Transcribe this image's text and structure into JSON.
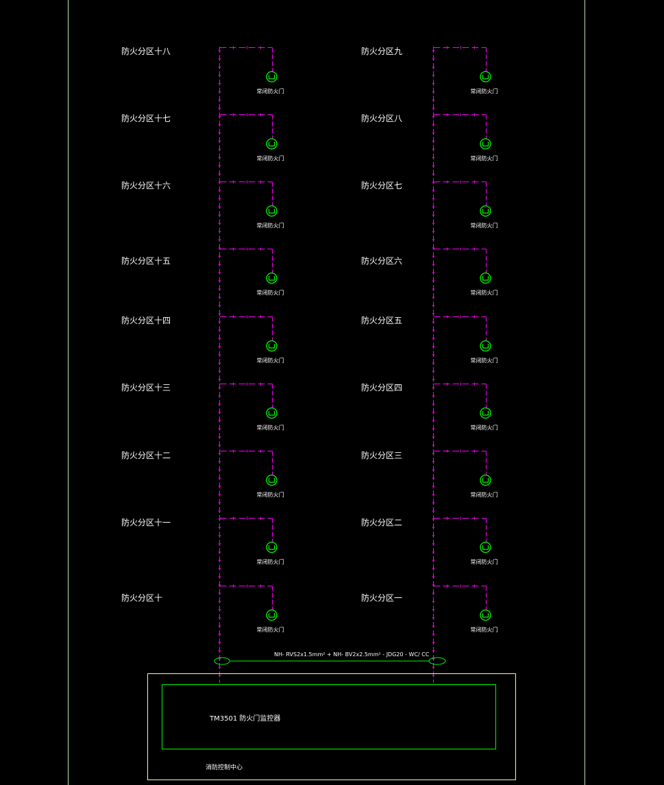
{
  "colors": {
    "background": "#000000",
    "border": "#b8e8b0",
    "wiring": "#ff00ff",
    "device": "#00ff00",
    "controller_outer": "#ffff99",
    "controller_inner": "#00ff00",
    "text": "#ffffff"
  },
  "left_column": {
    "zones": [
      {
        "label": "防火分区十八",
        "device_label": "常闭防火门"
      },
      {
        "label": "防火分区十七",
        "device_label": "常闭防火门"
      },
      {
        "label": "防火分区十六",
        "device_label": "常闭防火门"
      },
      {
        "label": "防火分区十五",
        "device_label": "常闭防火门"
      },
      {
        "label": "防火分区十四",
        "device_label": "常闭防火门"
      },
      {
        "label": "防火分区十三",
        "device_label": "常闭防火门"
      },
      {
        "label": "防火分区十二",
        "device_label": "常闭防火门"
      },
      {
        "label": "防火分区十一",
        "device_label": "常闭防火门"
      },
      {
        "label": "防火分区十",
        "device_label": "常闭防火门"
      }
    ]
  },
  "right_column": {
    "zones": [
      {
        "label": "防火分区九",
        "device_label": "常闭防火门"
      },
      {
        "label": "防火分区八",
        "device_label": "常闭防火门"
      },
      {
        "label": "防火分区七",
        "device_label": "常闭防火门"
      },
      {
        "label": "防火分区六",
        "device_label": "常闭防火门"
      },
      {
        "label": "防火分区五",
        "device_label": "常闭防火门"
      },
      {
        "label": "防火分区四",
        "device_label": "常闭防火门"
      },
      {
        "label": "防火分区三",
        "device_label": "常闭防火门"
      },
      {
        "label": "防火分区二",
        "device_label": "常闭防火门"
      },
      {
        "label": "防火分区一",
        "device_label": "常闭防火门"
      }
    ]
  },
  "cable": {
    "label": "NH- RVS2x1.5mm² + NH- BV2x2.5mm² - JDG20 - WC/ CC"
  },
  "controller": {
    "label": "TM3501  防火门监控器"
  },
  "control_center": {
    "label": "消防控制中心"
  }
}
